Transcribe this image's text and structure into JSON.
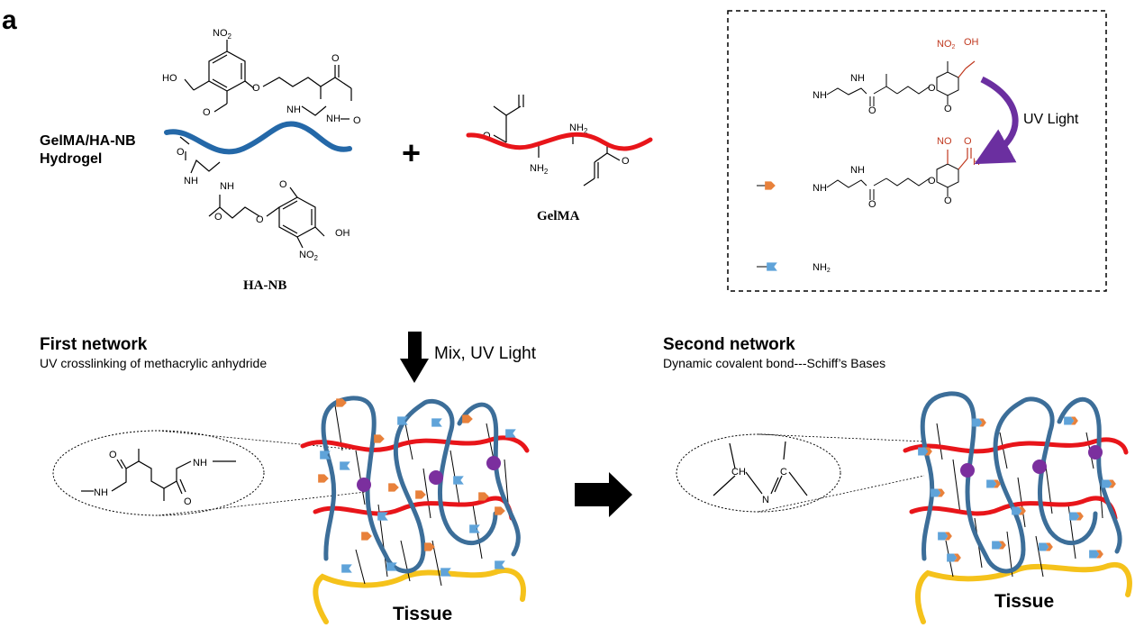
{
  "panel_letter": "a",
  "hydrogel": {
    "line1": "GelMA/HA-NB",
    "line2": "Hydrogel"
  },
  "ha_nb": {
    "label": "HA-NB",
    "HO": "HO",
    "OH": "OH",
    "NO2": "NO",
    "NO2_sub": "2",
    "NH": "NH",
    "O": "O",
    "methoxy": "O"
  },
  "plus": "+",
  "gelma": {
    "label": "GelMA",
    "NH2": "NH",
    "NH2_sub": "2",
    "O": "O"
  },
  "legend_box": {
    "uv_light": "UV Light",
    "NH": "NH",
    "O": "O",
    "NO2": "NO",
    "NO2_sub": "2",
    "OH": "OH",
    "NO": "NO",
    "aldehyde_O": "O",
    "aldehyde_H": "H",
    "nh2_legend": "NH",
    "nh2_legend_sub": "2"
  },
  "first_network": {
    "title": "First network",
    "subtitle": "UV crosslinking of methacrylic anhydride"
  },
  "mix_label": "Mix, UV Light",
  "second_network": {
    "title": "Second network",
    "subtitle": "Dynamic covalent bond---Schiff’s Bases"
  },
  "inset1": {
    "NH_right": "NH",
    "NH_left": "NH",
    "O": "O"
  },
  "inset2": {
    "CH": "CH",
    "C": "C",
    "N": "N"
  },
  "tissue_left": "Tissue",
  "tissue_right": "Tissue",
  "colors": {
    "blue_chain": "#3c6e99",
    "red_chain": "#e8151a",
    "tissue": "#f5c21b",
    "orange": "#e8813b",
    "light_blue": "#5fa3d9",
    "purple": "#7b2f9e",
    "arrow_purple": "#6b2fa0"
  }
}
